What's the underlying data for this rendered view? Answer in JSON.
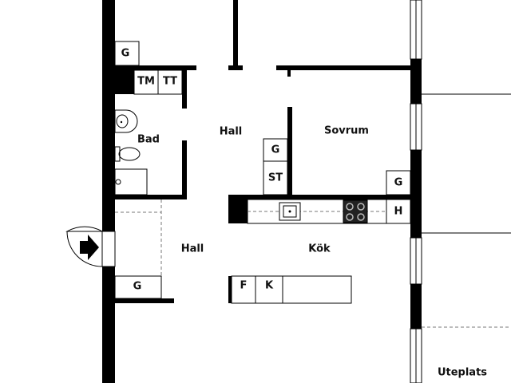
{
  "rooms": {
    "bad": "Bad",
    "hall_upper": "Hall",
    "sovrum": "Sovrum",
    "hall_lower": "Hall",
    "kok": "Kök",
    "uteplats": "Uteplats"
  },
  "fixtures": {
    "g_top": "G",
    "tm": "TM",
    "tt": "TT",
    "g_hall_upper": "G",
    "st": "ST",
    "g_sovrum": "G",
    "h_kitchen": "H",
    "g_hall_lower": "G",
    "f_island": "F",
    "k_island": "K"
  }
}
